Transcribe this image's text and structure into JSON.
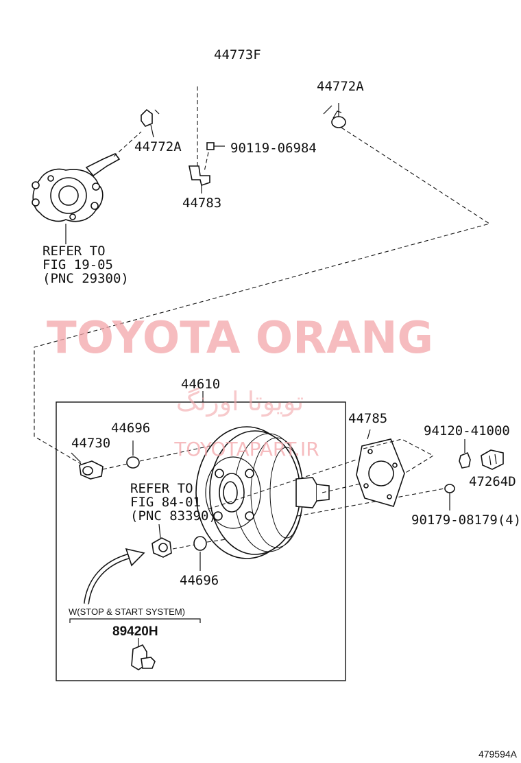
{
  "parts": {
    "hose_top": "44773F",
    "clip_right": "44772A",
    "clip_left": "44772A",
    "bolt": "90119-06984",
    "bracket": "44783",
    "booster": "44610",
    "gasket": "44785",
    "nut_top": "94120-41000",
    "sensor_right": "47264D",
    "nut_bottom": "90179-08179(4)",
    "check_valve": "44730",
    "grommet_top": "44696",
    "grommet_bottom": "44696",
    "vacuum_sensor": "89420H"
  },
  "refs": {
    "pump": [
      "REFER TO",
      "FIG 19-05",
      "(PNC 29300)"
    ],
    "sensor": [
      "REFER TO",
      "FIG 84-01",
      "(PNC 83390)"
    ]
  },
  "condition": "W(STOP & START SYSTEM)",
  "watermark": {
    "main": "TOYOTA ORANG",
    "site": "TOYOTAPART.IR",
    "persian": "تویوتا اورنگ"
  },
  "illustration_id": "479594A"
}
